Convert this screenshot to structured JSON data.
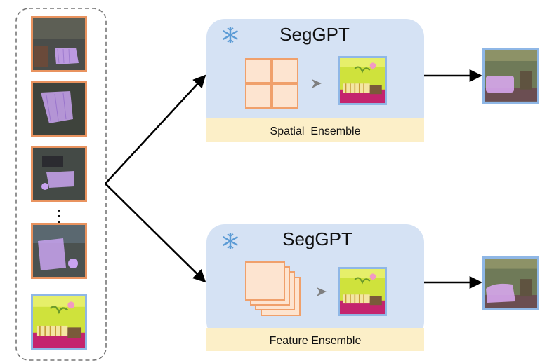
{
  "top_panel": {
    "title": "SegGPT",
    "ensemble_label": "Spatial  Ensemble",
    "icon": "snowflake-icon"
  },
  "bottom_panel": {
    "title": "SegGPT",
    "ensemble_label": "Feature Ensemble",
    "icon": "snowflake-icon"
  },
  "prompt_stack": {
    "ellipsis": "⋮"
  },
  "colors": {
    "panel_bg": "#d5e2f4",
    "ensemble_bg": "#fcefc8",
    "prompt_border": "#eea06a",
    "target_border": "#8fb7e6",
    "snowflake": "#5b9bd5",
    "grid_fill": "#fde4d0",
    "grid_stroke": "#f0a06b",
    "mask_purple": "#c9a3f0"
  }
}
